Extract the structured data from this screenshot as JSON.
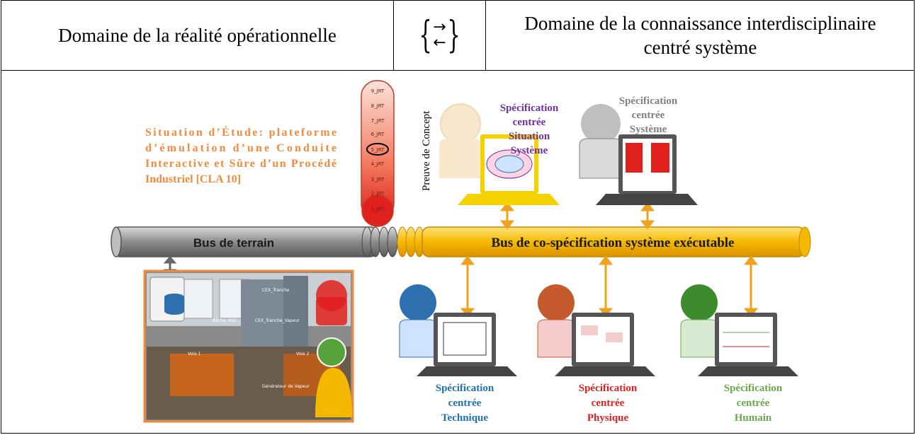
{
  "header": {
    "left_title": "Domaine de la réalité opérationnelle",
    "middle_symbol_top": "→",
    "middle_symbol_bottom": "←",
    "right_title_line1": "Domaine de la connaissance interdisciplinaire",
    "right_title_line2": "centré système"
  },
  "diagram": {
    "situation_text": [
      "Situation d’Étude: plateforme",
      "d’émulation d’une Conduite",
      "Interactive et Sûre d’un Procédé",
      "Industriel [CLA 10]"
    ],
    "poc_label": "Preuve de Concept",
    "bus_terrain": "Bus de terrain",
    "bus_cospec": "Bus de co-spécification système exécutable",
    "spec_situation": [
      "Spécification",
      "centrée",
      "Situation",
      "Système"
    ],
    "spec_systeme": [
      "Spécification",
      "centrée",
      "Système"
    ],
    "spec_technique": [
      "Spécification",
      "centrée",
      "Technique"
    ],
    "spec_physique": [
      "Spécification",
      "centrée",
      "Physique"
    ],
    "spec_humain": [
      "Spécification",
      "centrée",
      "Humain"
    ],
    "thermometer_labels": [
      "9_JRT",
      "8_JRT",
      "7_JRT",
      "6_JRT",
      "5_JRT",
      "4_JRT",
      "3_JRT",
      "2_JRT",
      "1_JRT"
    ],
    "photo_labels": [
      "CEX_Tranche",
      "Bâche_ASG",
      "CEX_Tranche_Vapeur",
      "Voie 1",
      "Voie 2",
      "Générateur de Vapeur"
    ]
  },
  "colors": {
    "orange_text": "#f08a3c",
    "purple_text": "#7030a0",
    "gray_text": "#808080",
    "blue_text": "#1f6fb5",
    "red_text": "#e0201c",
    "green_text": "#6aa84f",
    "bus_gold": "#f5b800",
    "bus_gray": "#8c8c8c"
  }
}
